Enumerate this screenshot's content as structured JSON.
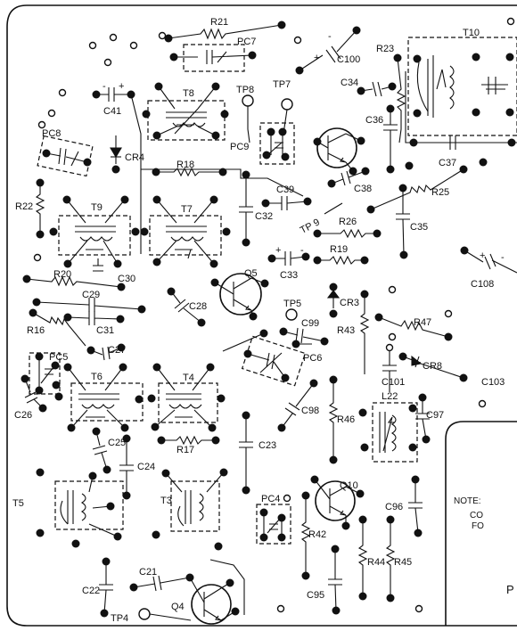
{
  "components": {
    "T10": "T10",
    "R21": "R21",
    "PC7": "PC7",
    "C100": "C100",
    "R23": "R23",
    "C34": "C34",
    "C41": "C41",
    "T8": "T8",
    "TP8": "TP8",
    "TP7": "TP7",
    "C36": "C36",
    "PC8": "PC8",
    "CR4": "CR4",
    "PC9": "PC9",
    "C37": "C37",
    "R18": "R18",
    "C38": "C38",
    "R25": "R25",
    "R22": "R22",
    "T9": "T9",
    "T7": "T7",
    "C39": "C39",
    "C32": "C32",
    "TP9": "TP 9",
    "R26": "R26",
    "C35": "C35",
    "R20": "R20",
    "C30": "C30",
    "C33": "C33",
    "R19": "R19",
    "C108": "C108",
    "C29": "C29",
    "Q5": "Q5",
    "C28": "C28",
    "CR3": "CR3",
    "TP5": "TP5",
    "C31": "C31",
    "C99": "C99",
    "R47": "R47",
    "R16": "R16",
    "C27": "C27",
    "PC5": "PC5",
    "R43": "R43",
    "PC6": "PC6",
    "CR8": "CR8",
    "T6": "T6",
    "T4": "T4",
    "C101": "C101",
    "C103": "C103",
    "L22": "L22",
    "C26": "C26",
    "C98": "C98",
    "R46": "R46",
    "C97": "C97",
    "C25": "C25",
    "R17": "R17",
    "C23": "C23",
    "C24": "C24",
    "Q10": "Q10",
    "T5": "T5",
    "T3": "T3",
    "PC4": "PC4",
    "C96": "C96",
    "R42": "R42",
    "R44": "R44",
    "R45": "R45",
    "C95": "C95",
    "C21": "C21",
    "C22": "C22",
    "Q4": "Q4",
    "TP4": "TP4"
  },
  "note": {
    "line1": "NOTE:",
    "line2": "CO",
    "line3": "FO",
    "line4": "P"
  }
}
